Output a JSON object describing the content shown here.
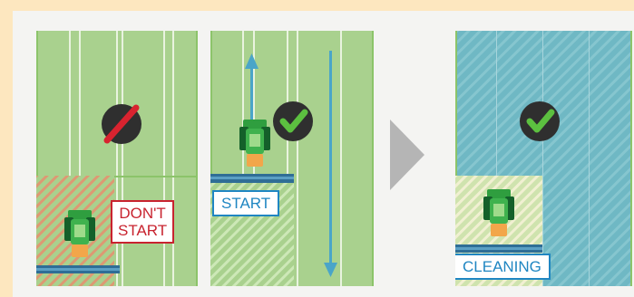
{
  "panels": [
    {
      "id": "dont-start",
      "status_icon": "no-icon",
      "label_lines": [
        "DON'T",
        "START"
      ]
    },
    {
      "id": "start",
      "status_icon": "check-icon",
      "label_lines": [
        "START"
      ]
    },
    {
      "id": "cleaning",
      "status_icon": "check-icon",
      "label_lines": [
        "CLEANING"
      ]
    }
  ],
  "colors": {
    "frame": "#fde7bf",
    "field": "#a9d18e",
    "field_light": "#bfe0a6",
    "field_edge": "#7fbf5a",
    "treated_blue": "#6fb8c4",
    "hatch_red": "#e6806c",
    "hatch_white": "#ffffff",
    "tractor_green": "#2f9e3f",
    "tractor_dark": "#14602a",
    "seat_orange": "#f2a64a",
    "bar_blue": "#2f6e96",
    "arrow_blue": "#4aa5c8",
    "check_green": "#5cc040",
    "forbid_red": "#d8232f",
    "badge_dark": "#2f2f2f",
    "next_arrow": "#b5b5b5",
    "label_red": "#c8232f",
    "label_blue": "#1f86c2"
  }
}
